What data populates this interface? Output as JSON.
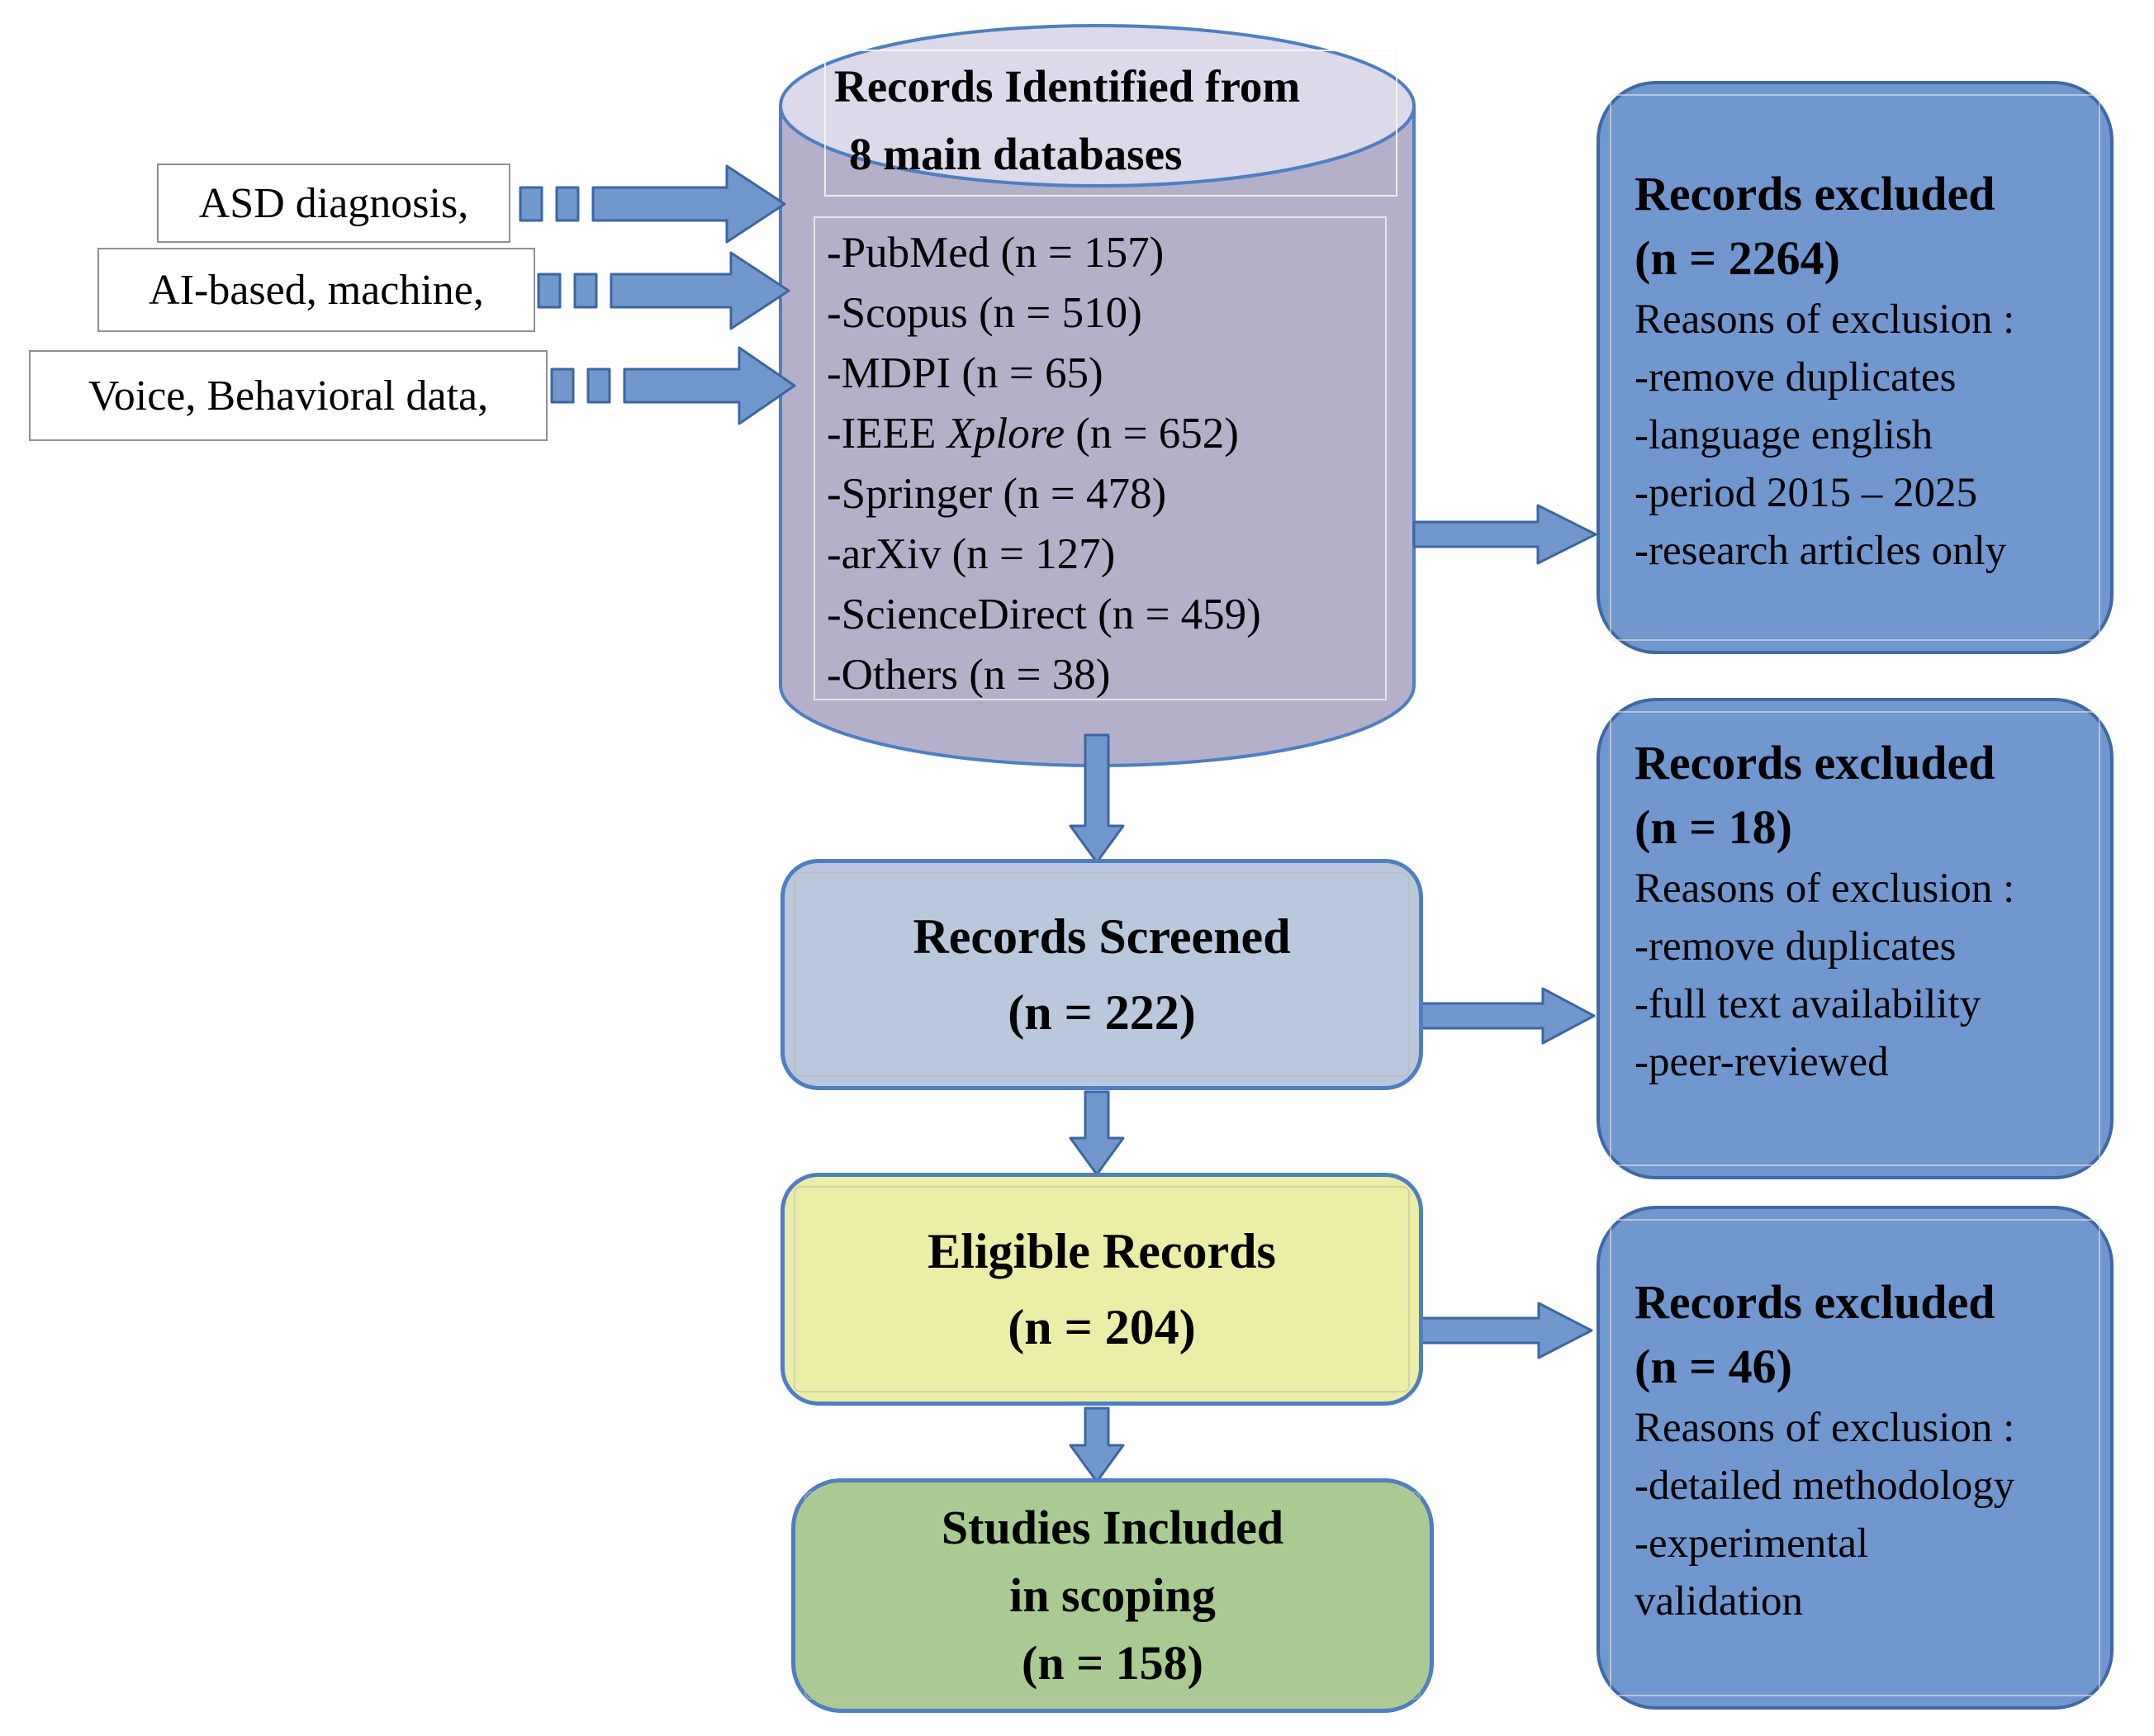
{
  "colors": {
    "border_blue": "#4f7ec1",
    "arrow_fill": "#7098cc",
    "arrow_stroke": "#3c66a3",
    "cylinder_body": "#b4b0ca",
    "cylinder_top": "#dbd9ea",
    "excluded_fill": "#7097ce",
    "screened_fill": "#b9c8dd",
    "eligible_fill": "#eaeea6",
    "included_fill": "#a9cb92"
  },
  "keywords": [
    {
      "label": "ASD diagnosis,"
    },
    {
      "label": "AI-based, machine,"
    },
    {
      "label": "Voice, Behavioral data,"
    }
  ],
  "identified": {
    "title_line1": "Records Identified from",
    "title_line2": "8 main databases",
    "databases": [
      {
        "pre": "-PubMed (n = 157)",
        "em": "",
        "post": ""
      },
      {
        "pre": "-Scopus (n = 510)",
        "em": "",
        "post": ""
      },
      {
        "pre": "-MDPI (n = 65)",
        "em": "",
        "post": ""
      },
      {
        "pre": "-IEEE ",
        "em": "Xplore",
        "post": " (n = 652)"
      },
      {
        "pre": "-Springer (n = 478)",
        "em": "",
        "post": ""
      },
      {
        "pre": "-arXiv (n = 127)",
        "em": "",
        "post": ""
      },
      {
        "pre": "-ScienceDirect (n = 459)",
        "em": "",
        "post": ""
      },
      {
        "pre": "-Others (n = 38)",
        "em": "",
        "post": ""
      }
    ]
  },
  "excluded": [
    {
      "title": "Records excluded",
      "count": "(n = 2264)",
      "reasons_heading": "Reasons of exclusion :",
      "reasons": [
        "-remove duplicates",
        "-language english",
        "-period 2015 – 2025",
        "-research articles only"
      ]
    },
    {
      "title": "Records excluded",
      "count": "(n = 18)",
      "reasons_heading": "Reasons of exclusion :",
      "reasons": [
        "-remove duplicates",
        "-full text availability",
        "-peer-reviewed"
      ]
    },
    {
      "title": "Records excluded",
      "count": "(n = 46)",
      "reasons_heading": "Reasons of exclusion :",
      "reasons": [
        "-detailed methodology",
        "-experimental",
        "validation"
      ]
    }
  ],
  "screened": {
    "line1": "Records Screened",
    "line2": "(n = 222)"
  },
  "eligible": {
    "line1": "Eligible Records",
    "line2": "(n = 204)"
  },
  "included": {
    "line1": "Studies Included",
    "line2": "in scoping",
    "line3": "(n = 158)"
  }
}
